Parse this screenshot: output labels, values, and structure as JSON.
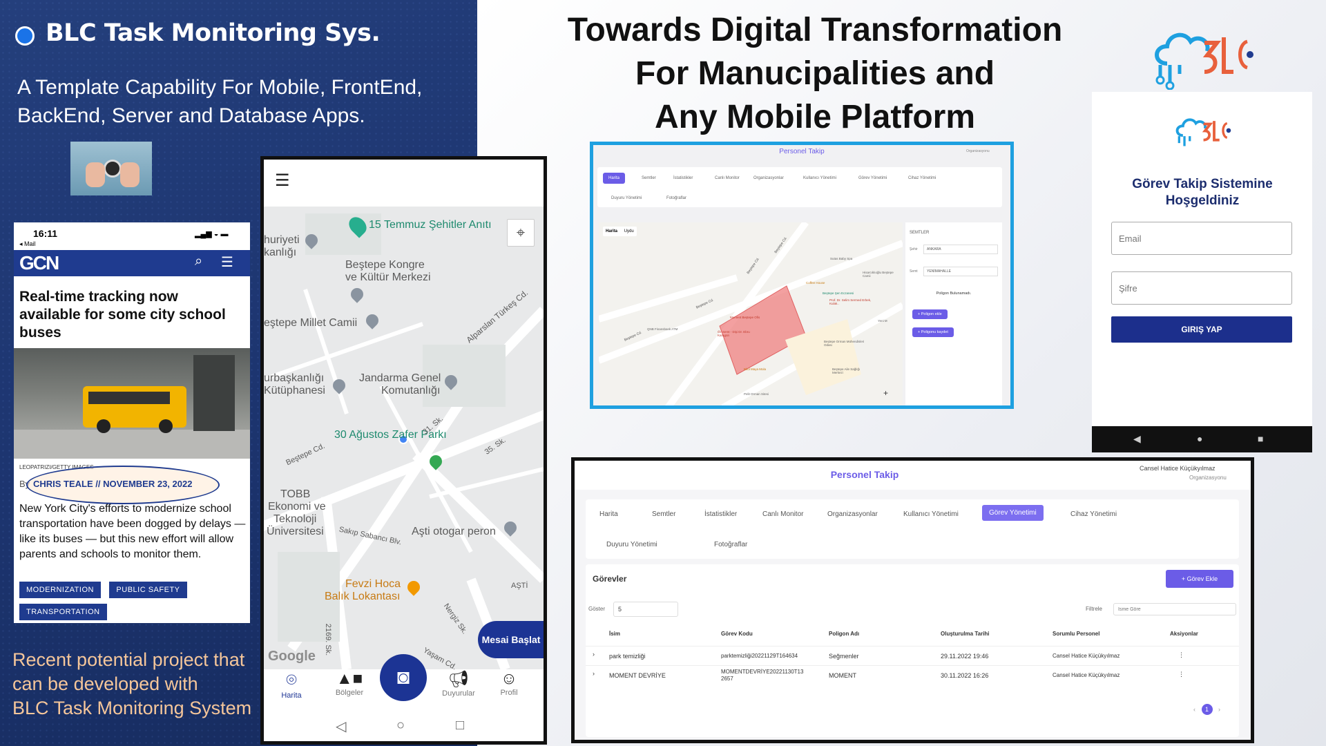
{
  "left_panel": {
    "title": "BLC Task Monitoring Sys.",
    "subtitle": "A Template Capability For Mobile, FrontEnd, BackEnd, Server and Database Apps.",
    "footer": [
      "Recent potential project that",
      "can be developed with",
      "BLC Task Monitoring System"
    ]
  },
  "headline": [
    "Towards Digital Transformation",
    "For Manucipalities and",
    "Any Mobile Platform"
  ],
  "news_phone": {
    "time": "16:11",
    "back": "◂ Mail",
    "brand": "GCN",
    "headline": "Real-time tracking now available for some city school buses",
    "credit": "LEOPATRIZI/GETTY IMAGES",
    "byline_prefix": "By",
    "byline": "CHRIS TEALE // NOVEMBER 23, 2022",
    "body": "New York City's efforts to modernize school transportation have been dogged by delays — like its buses — but this new effort will allow parents and schools to monitor them.",
    "tags": [
      "MODERNIZATION",
      "PUBLIC SAFETY",
      "TRANSPORTATION"
    ]
  },
  "map_phone": {
    "places": [
      "15 Temmuz Şehitler Anıtı",
      "huriyeti",
      "kanlığı",
      "Beştepe Kongre",
      "ve Kültür Merkezi",
      "eştepe Millet Camii",
      "Alparslan Türkeş Cd.",
      "Jandarma Genel",
      "Komutanlığı",
      "urbaşkanlığı",
      "Kütüphanesi",
      "Beştepe Cd.",
      "30 Ağustos Zafer Parkı",
      "31. Sk.",
      "35. Sk.",
      "TOBB",
      "Ekonomi ve",
      "Teknoloji",
      "Üniversitesi",
      "Sakıp Sabancı Blv.",
      "Aşti otogar peron",
      "Fevzi Hoca",
      "Balık Lokantası",
      "AŞTİ",
      "Nergiz Sk.",
      "2169. Sk.",
      "Yaşam Cd."
    ],
    "google": "Google",
    "fab": "Mesai Başlat",
    "nav": [
      "Harita",
      "Bölgeler",
      "Duyurular",
      "Profil"
    ]
  },
  "web_map": {
    "title": "Personel Takip",
    "org": "Organizasyonu",
    "tabs": [
      "Harita",
      "Semtler",
      "İstatistikler",
      "Canlı Monitor",
      "Organizasyonlar",
      "Kullanıcı Yönetimi",
      "Görev Yönetimi",
      "Cihaz Yönetimi",
      "Duyuru Yönetimi",
      "Fotoğraflar"
    ],
    "map_toggle": [
      "Harita",
      "Uydu"
    ],
    "side_title": "SEMTLER",
    "sehir_label": "Şehir",
    "sehir_value": "ANKARA",
    "semt_label": "Semt",
    "semt_value": "YENİMAHALLE",
    "no_polygon": "Poligon Bulunamadı.",
    "btn_add": "+ Poligon ekle",
    "btn_save": "+ Poligonu kaydet",
    "streets": [
      "Beştepe Cd.",
      "Beştepe Cd.",
      "Beştepe Cd.",
      "Beştepe Cd."
    ],
    "pois": [
      "Sutas Baby Spa",
      "Hisarcıklıoğlu Beştepe Camii",
      "Coffee House",
      "Beştepe Şen Eczanesi",
      "Prof. Dr. Selim Sermed Erbek, Kulak..",
      "Moment Beştepe Ofis",
      "Öz Semt - Dişi Dr. Ebru Karagün",
      "Ekol Maya Mola",
      "Beştepe Orman Mühendisleri Odası",
      "Beştepe Aile Sağlığı Merkezi",
      "QNB Finansbank ATM",
      "Pelit Orman Sitesi",
      "Yeni M"
    ]
  },
  "login": {
    "welcome": "Görev Takip Sistemine Hoşgeldiniz",
    "email_ph": "Email",
    "password_ph": "Şifre",
    "submit": "GIRIŞ YAP"
  },
  "tasks_app": {
    "title": "Personel Takip",
    "user": "Cansel Hatice Küçükyılmaz",
    "org": "Organizasyonu",
    "tabs": [
      "Harita",
      "Semtler",
      "İstatistikler",
      "Canlı Monitor",
      "Organizasyonlar",
      "Kullanıcı Yönetimi",
      "Görev Yönetimi",
      "Cihaz Yönetimi",
      "Duyuru Yönetimi",
      "Fotoğraflar"
    ],
    "section_title": "Görevler",
    "add_button": "+ Görev Ekle",
    "show_label": "Göster",
    "show_value": "5",
    "filter_label": "Filtrele",
    "filter_placeholder": "İsme Göre",
    "columns": [
      "İsim",
      "Görev Kodu",
      "Poligon Adı",
      "Oluşturulma Tarihi",
      "Sorumlu Personel",
      "Aksiyonlar"
    ],
    "rows": [
      [
        "park temizliği",
        "parktemizliği20221129T164634",
        "Seğmenler",
        "29.11.2022 19:46",
        "Cansel Hatice Küçükyılmaz",
        "⋮"
      ],
      [
        "MOMENT DEVRİYE",
        "MOMENTDEVRİYE20221130T13 2657",
        "MOMENT",
        "30.11.2022 16:26",
        "Cansel Hatice Küçükyılmaz",
        "⋮"
      ]
    ],
    "page": "1"
  },
  "colors": {
    "navy": "#1f3b8f",
    "accent_blue": "#1ea0e0",
    "orange": "#e8603c",
    "purple": "#6b5ce7",
    "footer_text": "#f5c69a"
  }
}
